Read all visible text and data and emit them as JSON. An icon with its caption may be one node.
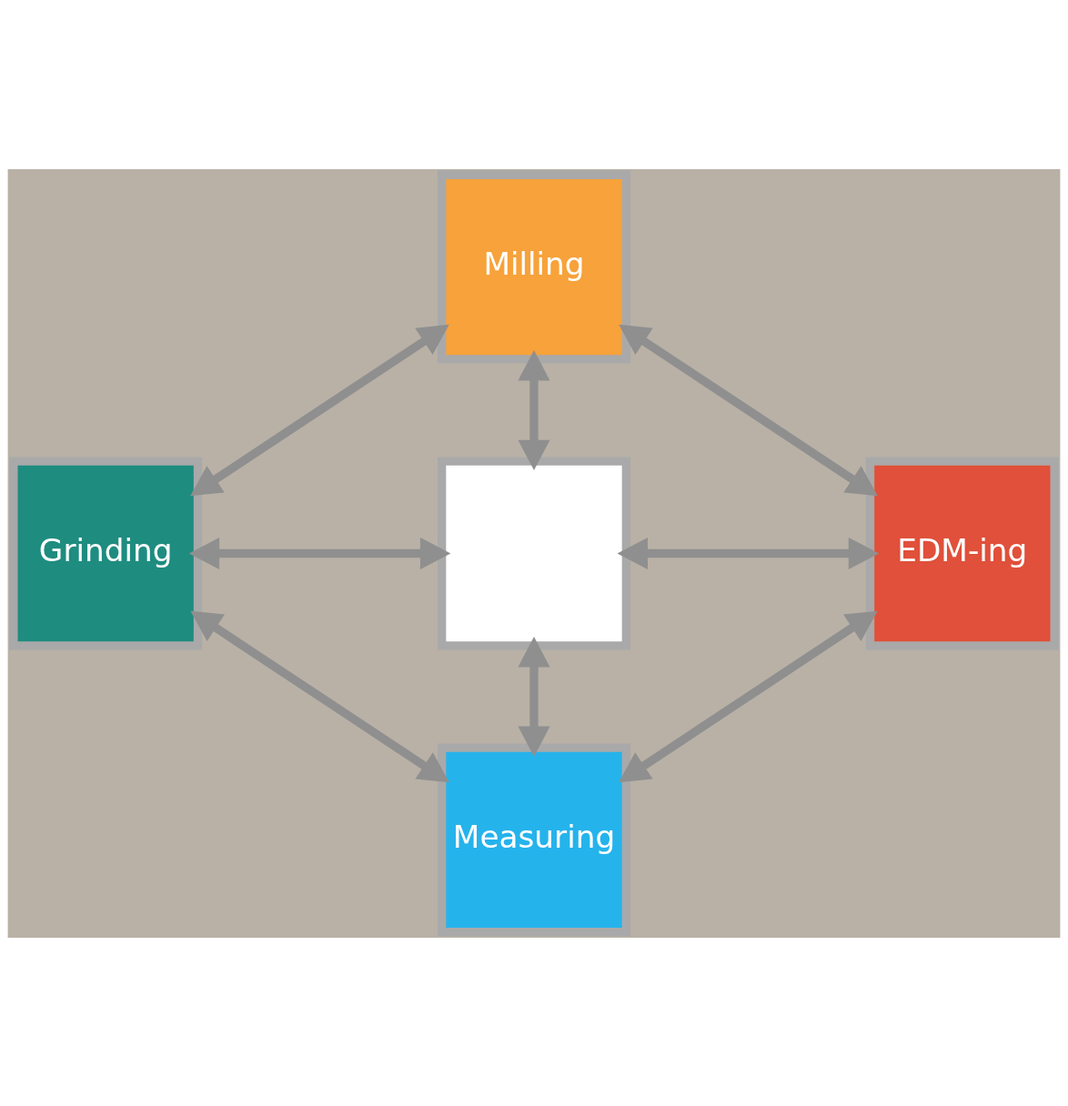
{
  "diagram": {
    "nodes": [
      {
        "text": [
          "Milling"
        ]
      },
      {
        "text": [
          "Grinding"
        ]
      },
      {
        "text": [],
        "shape": "box"
      },
      {
        "text": [
          "EDM-ing"
        ]
      },
      {
        "text": [
          "Measuring"
        ]
      }
    ],
    "edges": [
      {
        "from": 0,
        "to": 1,
        "arrow": "both"
      },
      {
        "from": 0,
        "to": 3,
        "arrow": "both"
      },
      {
        "from": 0,
        "to": 2,
        "arrow": "both"
      },
      {
        "from": 1,
        "to": 2,
        "arrow": "both"
      },
      {
        "from": 2,
        "to": 3,
        "arrow": "both"
      },
      {
        "from": 2,
        "to": 4,
        "arrow": "both"
      },
      {
        "from": 1,
        "to": 4,
        "arrow": "both"
      },
      {
        "from": 3,
        "to": 4,
        "arrow": "both"
      }
    ]
  }
}
